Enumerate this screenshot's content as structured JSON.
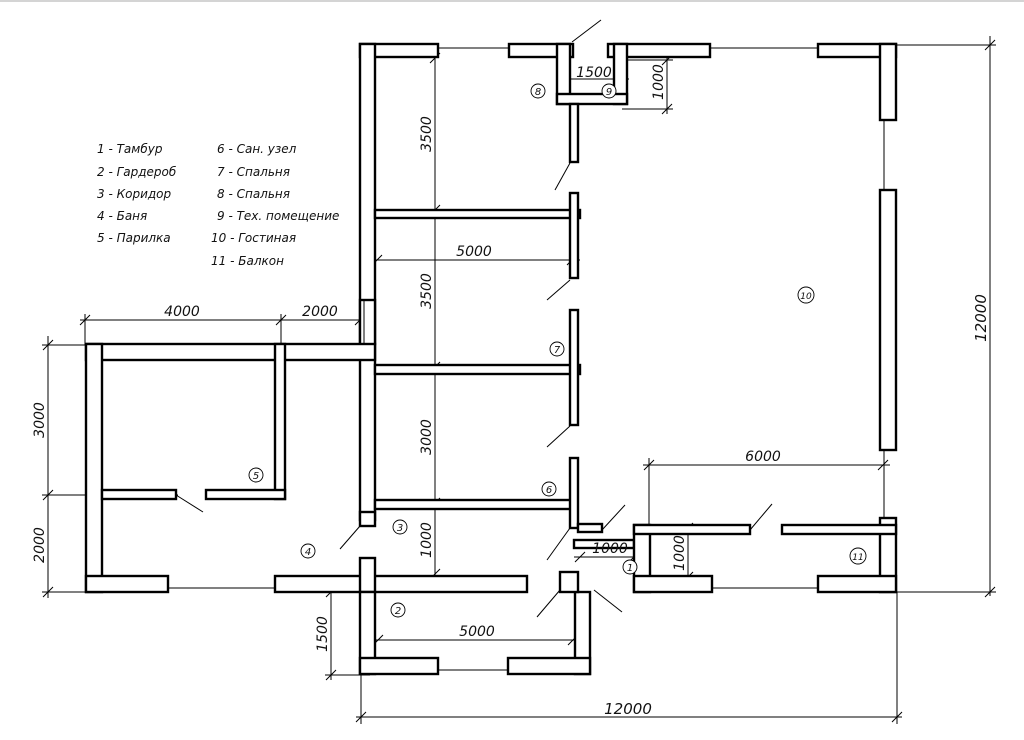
{
  "legend": [
    "1 - Тамбур",
    "2 - Гардероб",
    "3 - Коридор",
    "4 - Баня",
    "5 - Парилка",
    "6 - Сан. узел",
    "7 - Спальня",
    "8 - Спальня",
    "9 - Тех. помещение",
    "10 - Гостиная",
    "11 - Балкон"
  ],
  "rooms": [
    "1",
    "2",
    "3",
    "4",
    "5",
    "6",
    "7",
    "8",
    "9",
    "10",
    "11"
  ],
  "dimensions": {
    "top_1500": "1500",
    "top_1000": "1000",
    "bed8_3500": "3500",
    "bed7_3500": "3500",
    "bath_3000": "3000",
    "corr_1000": "1000",
    "width_5000": "5000",
    "sauna_4000": "4000",
    "sauna_2000": "2000",
    "left_3000": "3000",
    "left_2000": "2000",
    "right_12000": "12000",
    "bottom_12000": "12000",
    "living_6000": "6000",
    "vest_1000": "1000",
    "balc_1000": "1000",
    "ward_5000": "5000",
    "ward_1500": "1500"
  }
}
